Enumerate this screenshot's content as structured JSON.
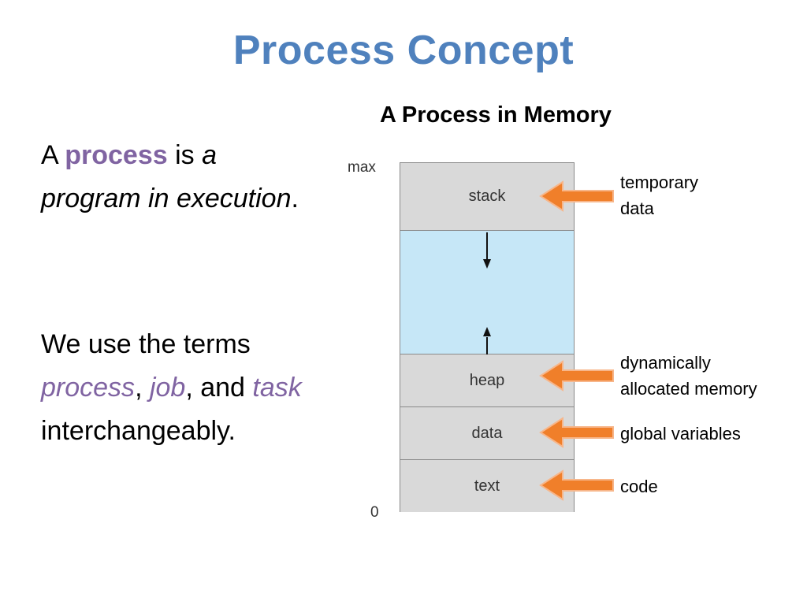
{
  "slide": {
    "title": "Process Concept",
    "para1": {
      "t1": "A ",
      "t2": "process",
      "t3": " is ",
      "t4": "a program in execution",
      "t5": "."
    },
    "para2": {
      "t1": "We use the terms ",
      "t2": "process",
      "t3": ", ",
      "t4": "job",
      "t5": ", and ",
      "t6": "task",
      "t7": " interchangeably."
    }
  },
  "figure": {
    "caption": "A Process in Memory",
    "addr_max": "max",
    "addr_min": "0",
    "segments": {
      "stack": "stack",
      "heap": "heap",
      "data": "data",
      "text": "text"
    },
    "annotations": {
      "stack_line1": "temporary",
      "stack_line2": "data",
      "heap_line1": "dynamically",
      "heap_line2": "allocated memory",
      "data": "global variables",
      "text": "code"
    }
  },
  "colors": {
    "title": "#4f81bd",
    "accent": "#8064a2",
    "segment_fill": "#d9d9d9",
    "free_space_fill": "#c6e7f7",
    "arrow": "#f07f2a"
  }
}
